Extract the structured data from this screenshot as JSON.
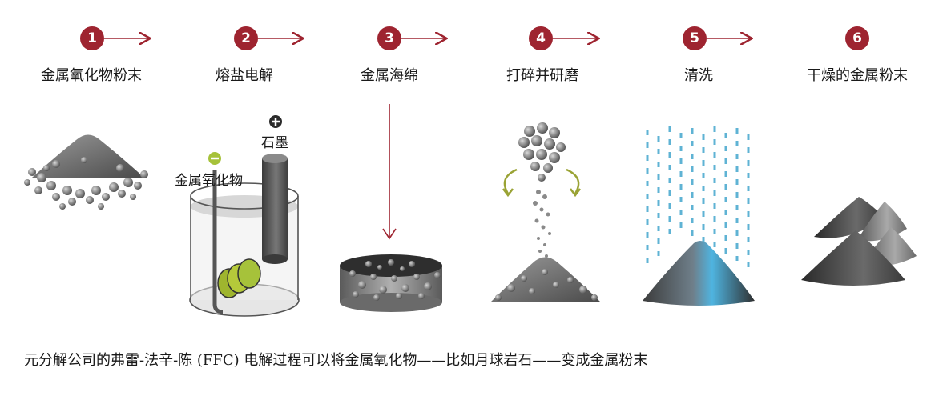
{
  "steps": [
    {
      "number": "1",
      "label": "金属氧化物粉末"
    },
    {
      "number": "2",
      "label": "熔盐电解"
    },
    {
      "number": "3",
      "label": "金属海绵"
    },
    {
      "number": "4",
      "label": "打碎并研磨"
    },
    {
      "number": "5",
      "label": "清洗"
    },
    {
      "number": "6",
      "label": "干燥的金属粉末"
    }
  ],
  "annotations": {
    "anode_label": "石墨",
    "cathode_label": "金属氧化物"
  },
  "caption": "元分解公司的弗雷-法辛-陈 (FFC) 电解过程可以将金属氧化物——比如月球岩石——变成金属粉末",
  "colors": {
    "badge": "#9e2430",
    "cathode_sign": "#a6c23a",
    "wash_stripe": "#2a9ac6"
  }
}
